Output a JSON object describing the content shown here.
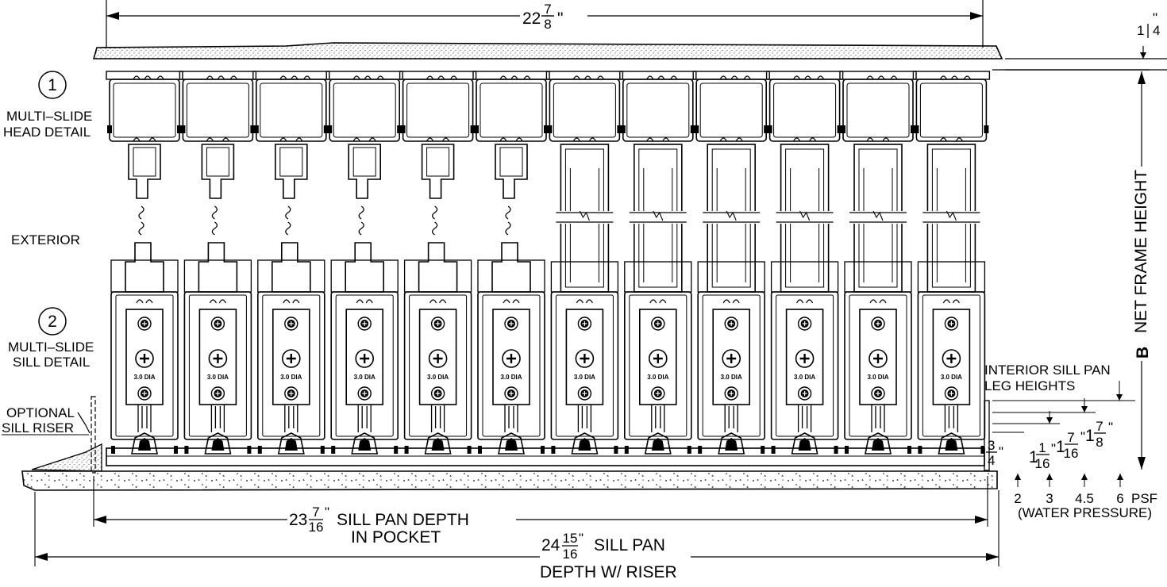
{
  "dimensions": {
    "top_width": {
      "whole": "22",
      "num": "7",
      "den": "8",
      "unit": "\""
    },
    "right_thickness": {
      "num": "1",
      "den": "4",
      "unit": "\""
    },
    "sill_pan_pocket": {
      "whole": "23",
      "num": "7",
      "den": "16",
      "unit": "\"",
      "text1": "SILL PAN DEPTH",
      "text2": "IN POCKET"
    },
    "sill_pan_riser": {
      "whole": "24",
      "num": "15",
      "den": "16",
      "unit": "\"",
      "text1": "SILL PAN",
      "text2": "DEPTH W/ RISER"
    }
  },
  "labels": {
    "head_callout": "1",
    "head_line1": "MULTI–SLIDE",
    "head_line2": "HEAD DETAIL",
    "exterior": "EXTERIOR",
    "sill_callout": "2",
    "sill_line1": "MULTI–SLIDE",
    "sill_line2": "SILL DETAIL",
    "riser_line1": "OPTIONAL",
    "riser_line2": "SILL RISER",
    "dia_label": "3.0 DIA"
  },
  "net_frame": {
    "letter": "B",
    "text": "NET FRAME HEIGHT"
  },
  "leg_heights": {
    "title1": "INTERIOR SILL PAN",
    "title2": "LEG HEIGHTS",
    "h1": {
      "num": "3",
      "den": "4"
    },
    "h2": {
      "whole": "1",
      "num": "1",
      "den": "16"
    },
    "h3": {
      "whole": "1",
      "num": "7",
      "den": "16"
    },
    "h4": {
      "whole": "1",
      "num": "7",
      "den": "8"
    },
    "inch": "\""
  },
  "pressures": {
    "values": [
      "2",
      "3",
      "4.5",
      "6"
    ],
    "unit": "PSF",
    "note": "(WATER PRESSURE)"
  }
}
